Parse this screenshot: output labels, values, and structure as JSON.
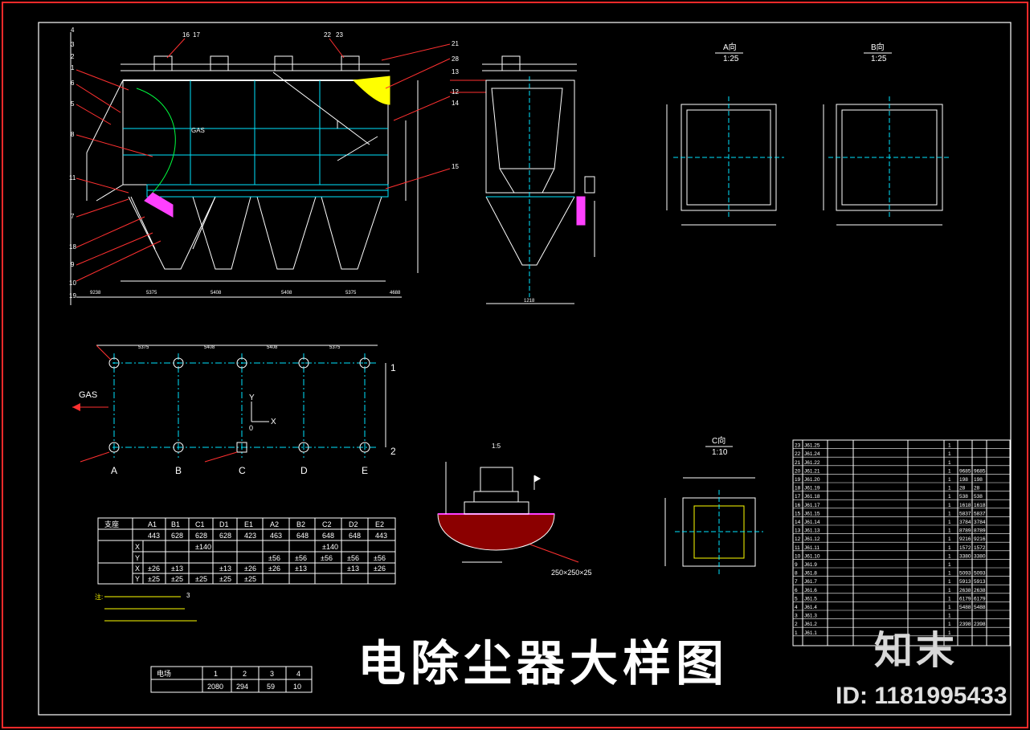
{
  "drawing_title": "电除尘器大样图",
  "watermark": {
    "logo": "知末",
    "id_text": "ID: 1181995433"
  },
  "views": {
    "view_a": {
      "label": "A向",
      "scale": "1:25"
    },
    "view_b": {
      "label": "B向",
      "scale": "1:25"
    },
    "view_c": {
      "label": "C向",
      "scale": "1:10"
    },
    "detail_scale": "1:5"
  },
  "plan": {
    "gas": "GAS",
    "axis_y": "Y",
    "axis_x": "X",
    "origin": "0",
    "columns": [
      "A",
      "B",
      "C",
      "D",
      "E"
    ],
    "rows": [
      "1",
      "2"
    ],
    "spans": [
      "5375",
      "5408",
      "5408",
      "5375"
    ]
  },
  "elevation": {
    "gas": "GAS",
    "bottom_dims": [
      "5375",
      "5408",
      "5408",
      "5375"
    ],
    "left_dim": "9238",
    "right_dim": "4688",
    "side_width": "1218"
  },
  "load_table": {
    "header": [
      "支座",
      "A1",
      "B1",
      "C1",
      "D1",
      "E1",
      "A2",
      "B2",
      "C2",
      "D2",
      "E2"
    ],
    "row_load": [
      "443",
      "628",
      "628",
      "628",
      "423",
      "463",
      "648",
      "648",
      "648",
      "443"
    ],
    "row_x_label": "X",
    "row_x": [
      "",
      "",
      "±140",
      "",
      "",
      "",
      "",
      "±140",
      "",
      ""
    ],
    "row_y_label": "Y",
    "row_y": [
      "",
      "",
      "",
      "",
      "",
      "±56",
      "±56",
      "±56",
      "±56",
      "±56"
    ],
    "row_dx": [
      "±26",
      "±13",
      "",
      "±13",
      "±26",
      "±26",
      "±13",
      "",
      "±13",
      "±26"
    ],
    "row_dy": [
      "±25",
      "±25",
      "±25",
      "±25",
      "±25",
      "",
      "",
      "",
      "",
      ""
    ]
  },
  "notes": {
    "prefix": "注:",
    "n3": "3"
  },
  "small_table": {
    "header": [
      "电场",
      "1",
      "2",
      "3",
      "4"
    ],
    "values": [
      "2080",
      "294",
      "59",
      "10"
    ]
  },
  "support_note": "250×250×25",
  "parts_list": {
    "rows": [
      {
        "no": "23",
        "code": "J61.25",
        "qty": "1"
      },
      {
        "no": "22",
        "code": "J61.24",
        "qty": "1"
      },
      {
        "no": "21",
        "code": "J61.22",
        "qty": "1"
      },
      {
        "no": "20",
        "code": "J61.21",
        "qty": "1",
        "w1": "9685",
        "w2": "9685"
      },
      {
        "no": "19",
        "code": "J61.20",
        "qty": "1",
        "w1": "198",
        "w2": "198"
      },
      {
        "no": "18",
        "code": "J61.19",
        "qty": "1",
        "w1": "28",
        "w2": "28"
      },
      {
        "no": "17",
        "code": "J61.18",
        "qty": "1",
        "w1": "538",
        "w2": "538"
      },
      {
        "no": "16",
        "code": "J61.17",
        "qty": "1",
        "w1": "1618",
        "w2": "1618"
      },
      {
        "no": "15",
        "code": "J61.15",
        "qty": "1",
        "w1": "5837",
        "w2": "5837"
      },
      {
        "no": "14",
        "code": "J61.14",
        "qty": "1",
        "w1": "3784",
        "w2": "3784"
      },
      {
        "no": "13",
        "code": "J61.13",
        "qty": "1",
        "w1": "8789",
        "w2": "8789"
      },
      {
        "no": "12",
        "code": "J61.12",
        "qty": "1",
        "w1": "9216",
        "w2": "9216"
      },
      {
        "no": "11",
        "code": "J61.11",
        "qty": "1",
        "w1": "1572",
        "w2": "1572"
      },
      {
        "no": "10",
        "code": "J61.10",
        "qty": "1",
        "w1": "3380",
        "w2": "3380"
      },
      {
        "no": "9",
        "code": "J61.9",
        "qty": "1"
      },
      {
        "no": "8",
        "code": "J61.8",
        "qty": "1",
        "w1": "5093",
        "w2": "5093"
      },
      {
        "no": "7",
        "code": "J61.7",
        "qty": "1",
        "w1": "5913",
        "w2": "5913"
      },
      {
        "no": "6",
        "code": "J61.6",
        "qty": "1",
        "w1": "2638",
        "w2": "2638"
      },
      {
        "no": "5",
        "code": "J61.5",
        "qty": "1",
        "w1": "6179",
        "w2": "6179"
      },
      {
        "no": "4",
        "code": "J61.4",
        "qty": "1",
        "w1": "5488",
        "w2": "5488"
      },
      {
        "no": "3",
        "code": "J61.3",
        "qty": "1"
      },
      {
        "no": "2",
        "code": "J61.2",
        "qty": "1",
        "w1": "2398",
        "w2": "2398"
      },
      {
        "no": "1",
        "code": "J61.1",
        "qty": "1"
      }
    ]
  },
  "callouts": [
    "16",
    "17",
    "22",
    "23",
    "21",
    "28",
    "13",
    "12",
    "14",
    "15",
    "8",
    "4",
    "3",
    "2",
    "1",
    "6",
    "5",
    "11",
    "7",
    "10",
    "9",
    "18",
    "19"
  ],
  "colors": {
    "frame": "#ff2a2a",
    "line": "#ffffff",
    "cyan": "#00e5ff",
    "green": "#00ff40",
    "yellow": "#ffff00",
    "magenta": "#ff40ff",
    "red": "#ff3030"
  }
}
